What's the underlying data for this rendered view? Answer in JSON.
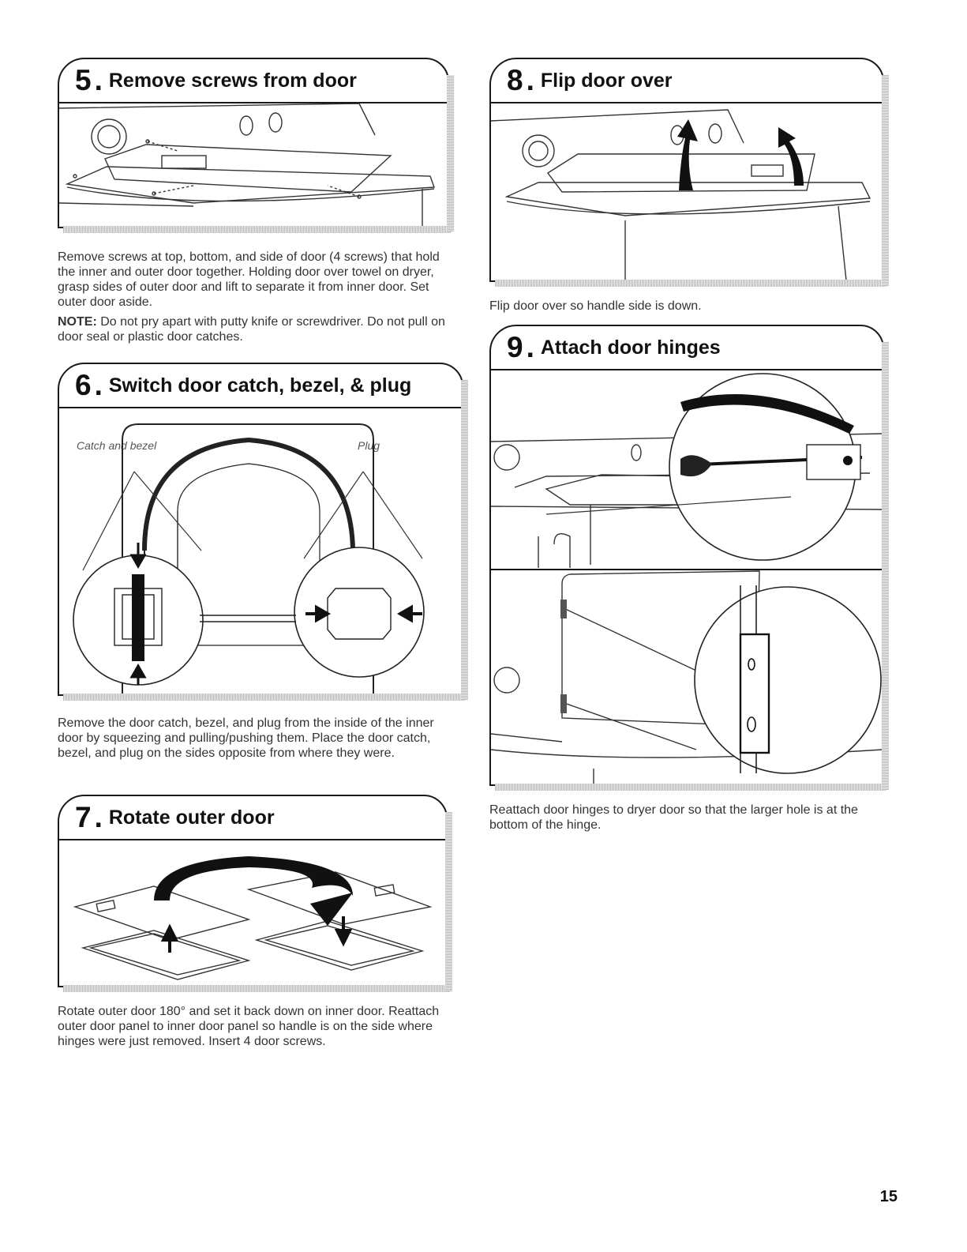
{
  "steps": [
    {
      "number": "5",
      "title": "Remove screws from door",
      "paragraphs": [
        "Remove screws at top, bottom, and side of door (4 screws) that hold the inner and outer door together. Holding door over towel on dryer, grasp sides of outer door and lift to separate it from inner door. Set outer door aside."
      ],
      "note_label": "NOTE:",
      "note_text": " Do not pry apart with putty knife or screwdriver. Do not pull on door seal or plastic door catches."
    },
    {
      "number": "6",
      "title": "Switch door catch, bezel, & plug",
      "labels": {
        "catch": "Catch and bezel",
        "plug": "Plug"
      },
      "paragraphs": [
        "Remove the door catch, bezel, and plug from the inside of the inner door by squeezing and pulling/pushing them. Place the door catch, bezel, and plug on the sides opposite from where they were."
      ]
    },
    {
      "number": "7",
      "title": "Rotate outer door",
      "paragraphs": [
        "Rotate outer door 180° and set it back down on inner door. Reattach outer door panel to inner door panel so handle is on the side where hinges were just removed. Insert 4 door screws."
      ]
    },
    {
      "number": "8",
      "title": "Flip door over",
      "paragraphs": [
        "Flip door over so handle side is down."
      ]
    },
    {
      "number": "9",
      "title": "Attach door hinges",
      "paragraphs": [
        "Reattach door hinges to dryer door so that the larger hole is at the bottom of the hinge."
      ]
    }
  ],
  "page_number": "15"
}
